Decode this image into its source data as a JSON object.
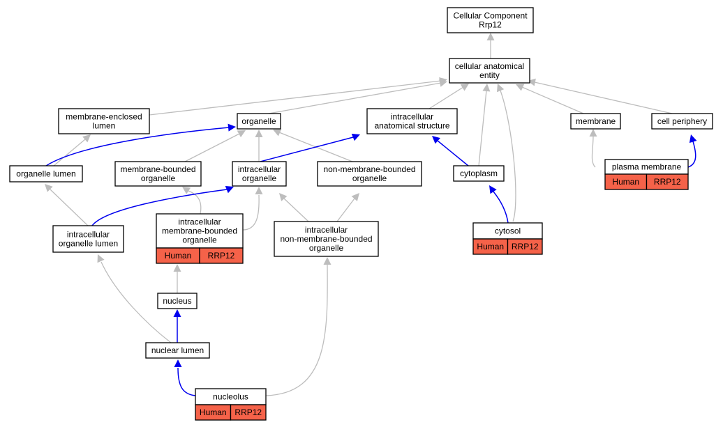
{
  "nodes": {
    "root": [
      "Cellular Component",
      "Rrp12"
    ],
    "cellular_anatomical_entity": [
      "cellular anatomical",
      "entity"
    ],
    "membrane_enclosed_lumen": [
      "membrane-enclosed",
      "lumen"
    ],
    "organelle": [
      "organelle"
    ],
    "intracellular_anatomical_structure": [
      "intracellular",
      "anatomical structure"
    ],
    "membrane": [
      "membrane"
    ],
    "cell_periphery": [
      "cell periphery"
    ],
    "organelle_lumen": [
      "organelle lumen"
    ],
    "membrane_bounded_organelle": [
      "membrane-bounded",
      "organelle"
    ],
    "intracellular_organelle": [
      "intracellular",
      "organelle"
    ],
    "non_membrane_bounded_organelle": [
      "non-membrane-bounded",
      "organelle"
    ],
    "cytoplasm": [
      "cytoplasm"
    ],
    "plasma_membrane": [
      "plasma membrane"
    ],
    "intracellular_organelle_lumen": [
      "intracellular",
      "organelle lumen"
    ],
    "intracellular_membrane_bounded_organelle": [
      "intracellular",
      "membrane-bounded",
      "organelle"
    ],
    "intracellular_non_membrane_bounded_organelle": [
      "intracellular",
      "non-membrane-bounded",
      "organelle"
    ],
    "cytosol": [
      "cytosol"
    ],
    "nucleus": [
      "nucleus"
    ],
    "nuclear_lumen": [
      "nuclear lumen"
    ],
    "nucleolus": [
      "nucleolus"
    ]
  },
  "annotations": {
    "plasma_membrane": [
      "Human",
      "RRP12"
    ],
    "intracellular_membrane_bounded_organelle": [
      "Human",
      "RRP12"
    ],
    "cytosol": [
      "Human",
      "RRP12"
    ],
    "nucleolus": [
      "Human",
      "RRP12"
    ]
  },
  "colors": {
    "is_a_edge": "#bdbdbd",
    "part_of_edge": "#0000ee",
    "annotation_fill": "#f56249"
  }
}
